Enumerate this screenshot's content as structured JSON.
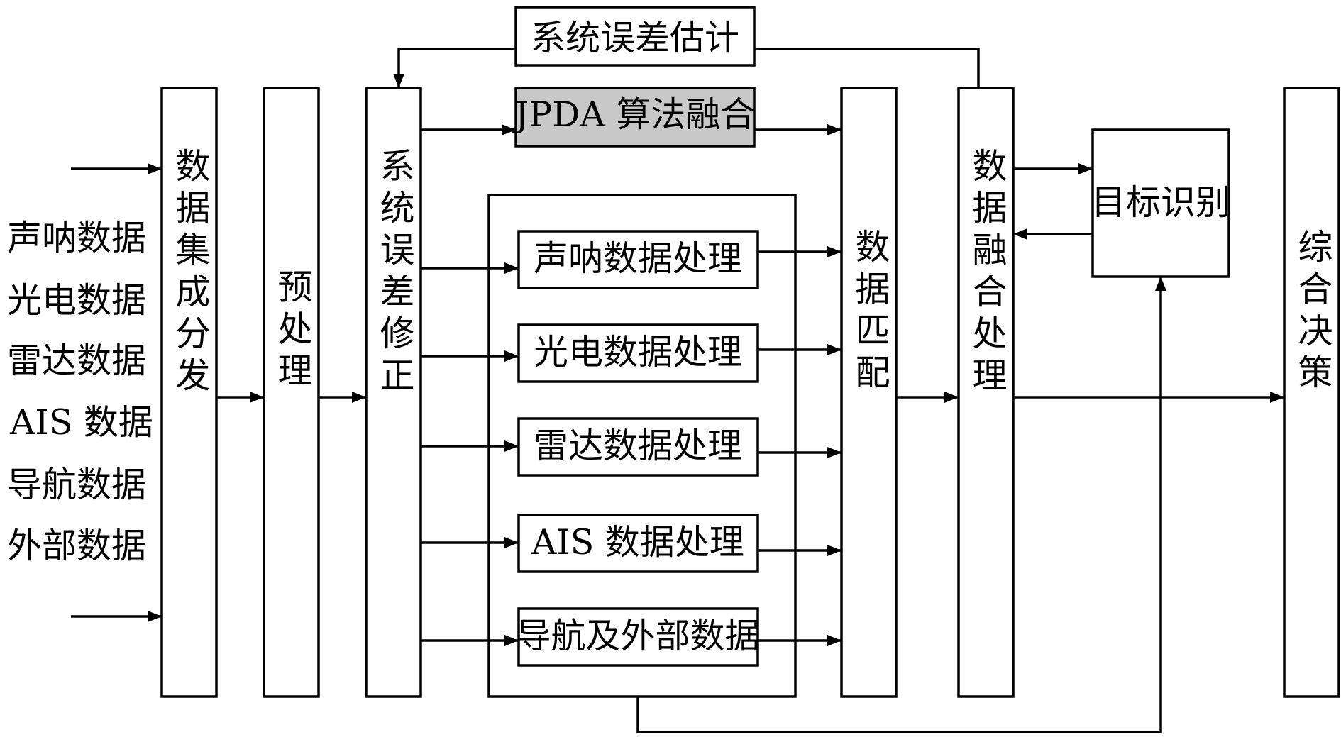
{
  "inputs": [
    "声呐数据",
    "光电数据",
    "雷达数据",
    "AIS 数据",
    "导航数据",
    "外部数据"
  ],
  "blocks": {
    "integrate": "数据集成分发",
    "preprocess": "预处理",
    "correction": "系统误差修正",
    "estimate": "系统误差估计",
    "jpda": "JPDA 算法融合",
    "match": "数据匹配",
    "fusion": "数据融合处理",
    "recognition": "目标识别",
    "decision": "综合决策"
  },
  "processing": [
    "声呐数据处理",
    "光电数据处理",
    "雷达数据处理",
    "AIS 数据处理",
    "导航及外部数据"
  ],
  "colors": {
    "jpda_fill": "#c8c8c8",
    "line": "#000000",
    "background": "#ffffff"
  }
}
